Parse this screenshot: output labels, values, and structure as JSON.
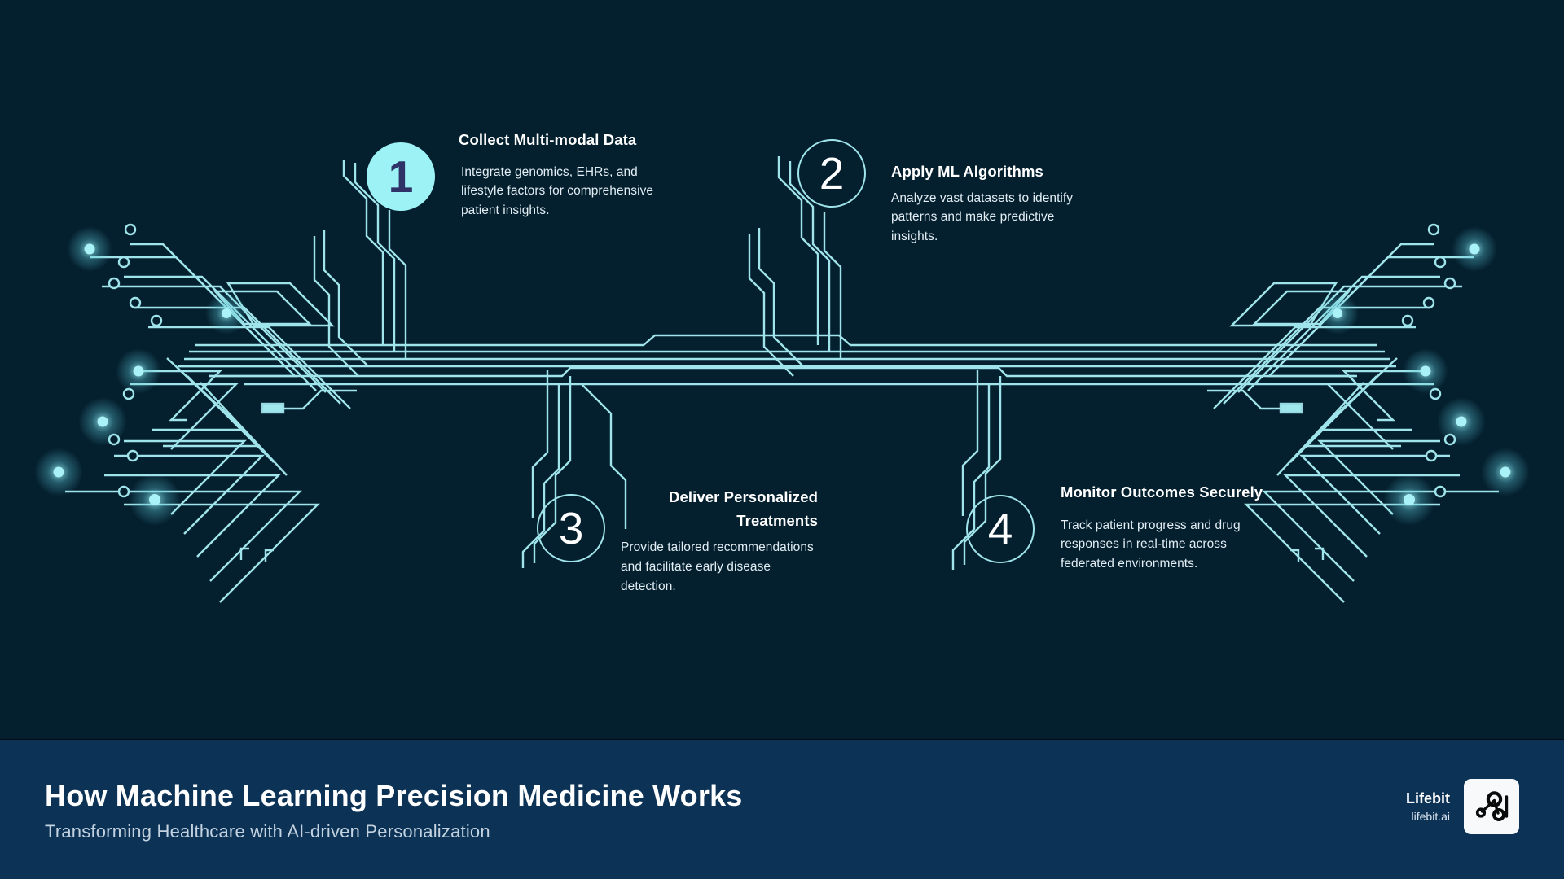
{
  "page": {
    "background_color": "#041f2e",
    "accent_color": "#9df2f5",
    "trace_color": "#9fe4ea"
  },
  "steps": [
    {
      "number": "1",
      "title": "Collect Multi-modal Data",
      "body": "Integrate genomics, EHRs, and lifestyle factors for comprehensive patient insights.",
      "style": "filled"
    },
    {
      "number": "2",
      "title": "Apply ML Algorithms",
      "body": "Analyze vast datasets to identify patterns and make predictive insights.",
      "style": "outline"
    },
    {
      "number": "3",
      "title": "Deliver Personalized Treatments",
      "body": "Provide tailored recommendations and facilitate early disease detection.",
      "style": "outline"
    },
    {
      "number": "4",
      "title": "Monitor Outcomes Securely",
      "body": "Track patient progress and drug responses in real-time across federated environments.",
      "style": "outline"
    }
  ],
  "footer": {
    "background_color": "#0c3256",
    "title": "How Machine Learning Precision Medicine Works",
    "subtitle": "Transforming Healthcare with AI-driven Personalization",
    "brand_name": "Lifebit",
    "brand_url": "lifebit.ai",
    "brand_mark_icon": "node-graph-icon"
  }
}
